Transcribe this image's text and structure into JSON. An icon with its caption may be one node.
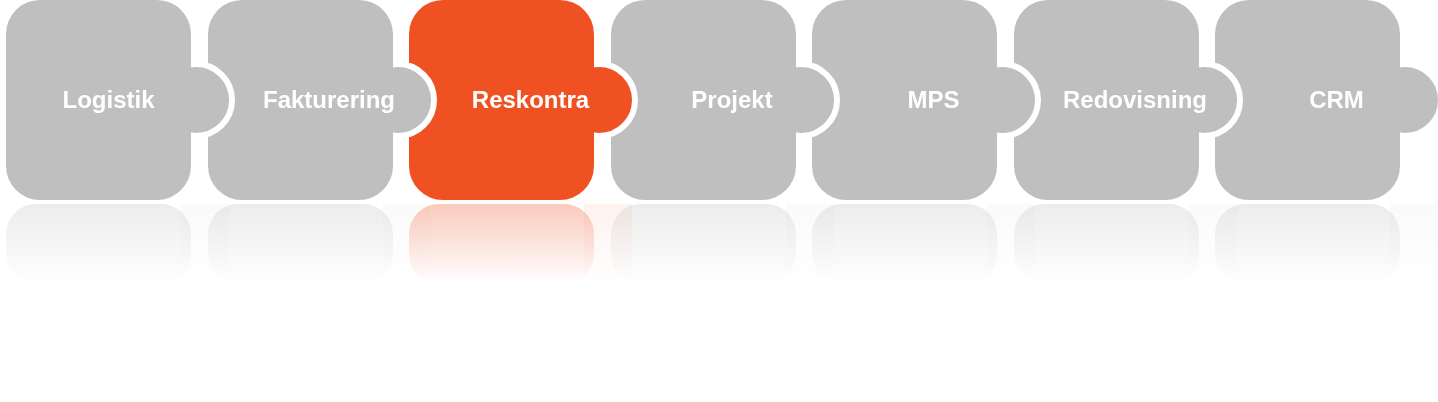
{
  "diagram": {
    "nodes": [
      {
        "text": [
          "Logistik"
        ]
      },
      {
        "text": [
          "Fakturering"
        ]
      },
      {
        "text": [
          "Reskontra"
        ]
      },
      {
        "text": [
          "Projekt"
        ]
      },
      {
        "text": [
          "MPS"
        ]
      },
      {
        "text": [
          "Redovisning"
        ]
      },
      {
        "text": [
          "CRM"
        ]
      }
    ]
  }
}
